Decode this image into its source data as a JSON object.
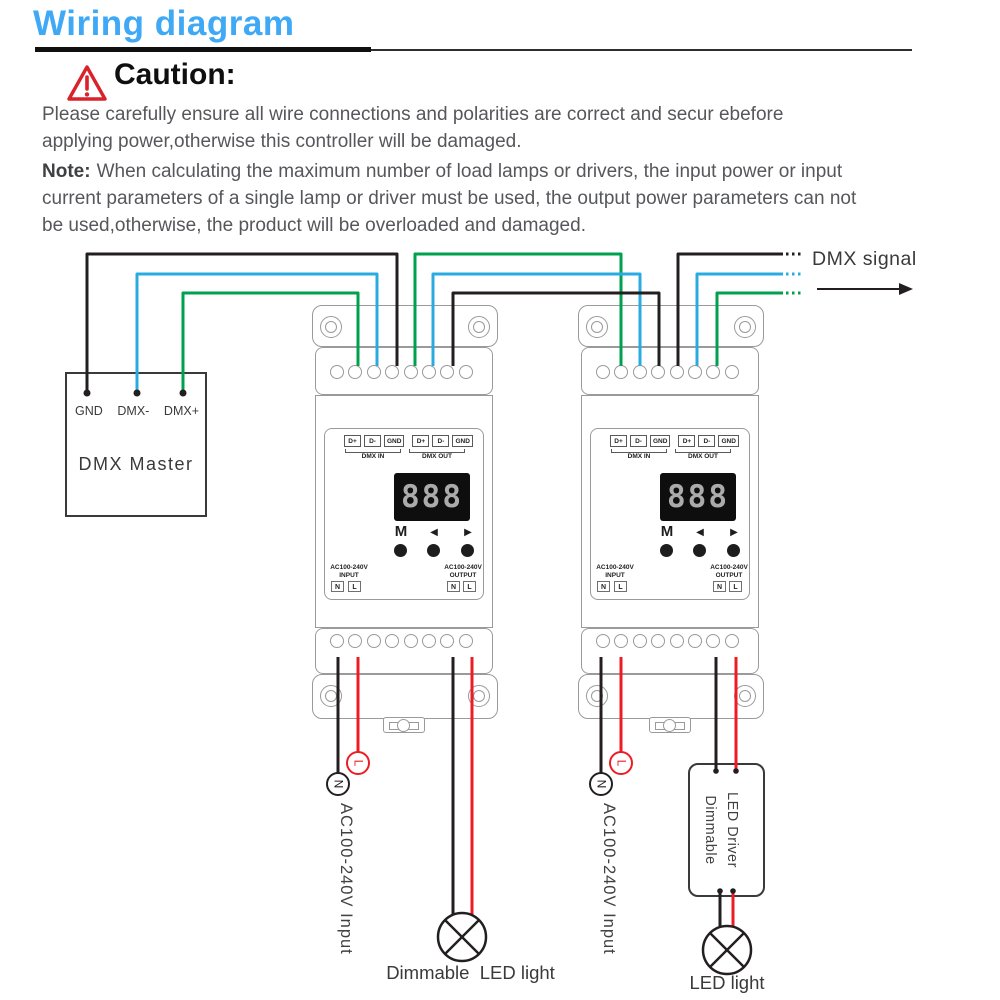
{
  "title": "Wiring diagram",
  "caution": {
    "heading": "Caution:",
    "line1": "Please carefully ensure all wire connections and polarities are correct and secur ebefore",
    "line2": "applying power,otherwise this controller will be damaged.",
    "note_label": "Note:",
    "note_line1": "When calculating the maximum number of load lamps or drivers, the input power or input",
    "note_line2": "current parameters of a single lamp or driver must be used, the output power parameters can not",
    "note_line3": "be used,otherwise, the product will be overloaded and damaged."
  },
  "dmx_master": {
    "label": "DMX Master",
    "gnd": "GND",
    "dminus": "DMX-",
    "dplus": "DMX+"
  },
  "dmx_signal_label": "DMX signal",
  "device": {
    "t1": "D+",
    "t2": "D-",
    "t3": "GND",
    "t4": "D+",
    "t5": "D-",
    "t6": "GND",
    "dmx_in": "DMX IN",
    "dmx_out": "DMX OUT",
    "display": "888",
    "btn_m": "M",
    "btn_left": "◀",
    "btn_right": "▶",
    "ac_in_1": "AC100-240V",
    "ac_in_2": "INPUT",
    "ac_out_1": "AC100-240V",
    "ac_out_2": "OUTPUT",
    "n": "N",
    "l": "L"
  },
  "bottom": {
    "n": "N",
    "l": "L",
    "ac_input_vertical": "AC100-240V Input",
    "driver_line1": "Dimmable",
    "driver_line2": "LED Driver",
    "dimmable_led_light": "Dimmable  LED light",
    "led_light": "LED light"
  },
  "colors": {
    "title_blue": "#3FA9F5",
    "caution_red": "#D9222A",
    "wire_black": "#231F20",
    "wire_blue": "#29ABE2",
    "wire_green": "#00A14E",
    "wire_red": "#ED1C24",
    "outline_gray": "#9A9A9A",
    "text_gray": "#56575B",
    "label_dark": "#414042"
  }
}
